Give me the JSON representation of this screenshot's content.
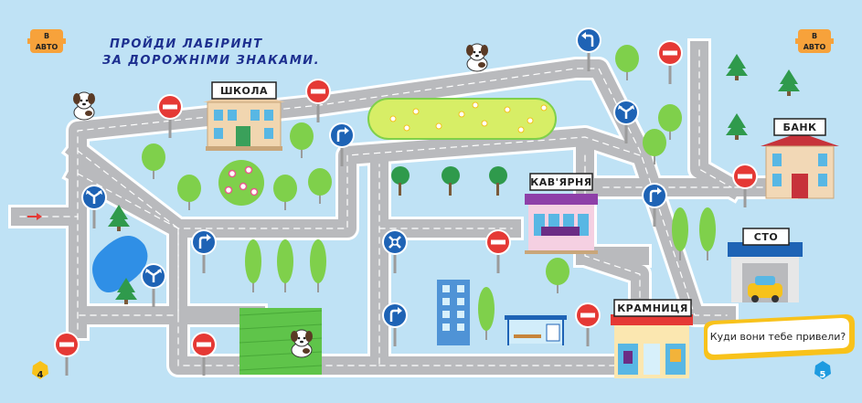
{
  "title": {
    "line1": "ПРОЙДИ ЛАБІРИНТ",
    "line2": "ЗА ДОРОЖНІМИ ЗНАКАМИ."
  },
  "badges": {
    "left": {
      "top": "В",
      "bottom": "АВТО"
    },
    "right": {
      "top": "В",
      "bottom": "АВТО"
    }
  },
  "buildings": {
    "school": "ШКОЛА",
    "cafe": "КАВ'ЯРНЯ",
    "bank": "БАНК",
    "service": "СТО",
    "shop": "КРАМНИЦЯ"
  },
  "question": "Куди вони тебе привели?",
  "page_numbers": {
    "left": "4",
    "right": "5"
  },
  "colors": {
    "background": "#bfe2f5",
    "road": "#b9babd",
    "road_edge": "#ffffff",
    "no_entry_sign": "#e53935",
    "info_sign": "#1e63b5",
    "tree": "#7fd04b",
    "pine": "#2f9a4c",
    "badge": "#f7a23b",
    "page_left": "#f8c21b",
    "page_right": "#1e9be0"
  },
  "icons": [
    "no-entry-sign-icon",
    "turn-right-sign-icon",
    "turn-left-sign-icon",
    "fork-sign-icon",
    "roundabout-sign-icon",
    "arrow-start-icon",
    "dog-icon",
    "tree-icon",
    "pine-icon",
    "car-icon"
  ]
}
